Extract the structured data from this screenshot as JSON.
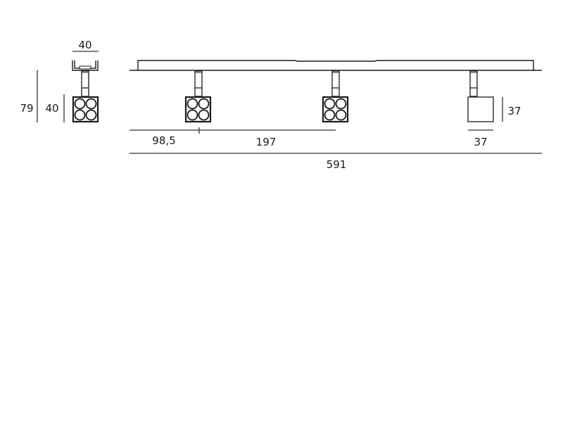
{
  "dimensions": {
    "side_width": "40",
    "total_height": "79",
    "head_height": "40",
    "first_offset": "98,5",
    "spacing": "197",
    "head_size_height": "37",
    "head_size_width": "37",
    "track_length": "591"
  }
}
